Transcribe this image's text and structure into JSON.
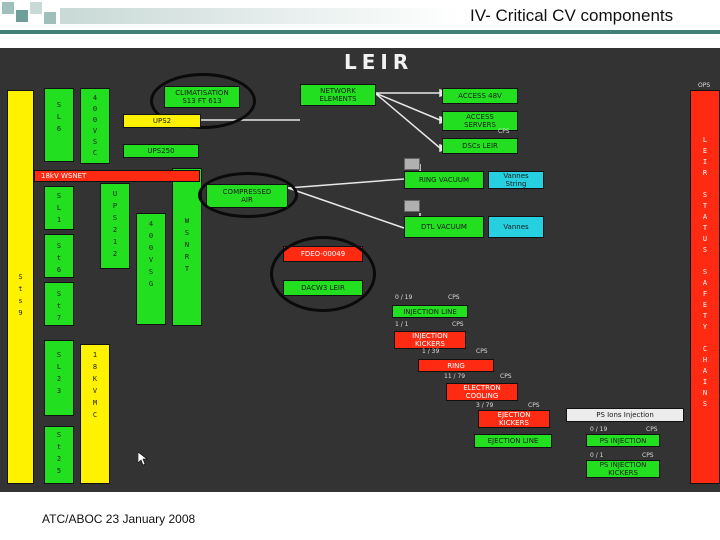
{
  "slide": {
    "title": "IV- Critical CV components",
    "footer": "ATC/ABOC 23 January 2008",
    "accent_color": "#3f7f7a"
  },
  "diagram": {
    "header": "LEIR",
    "left_column": [
      "S",
      "t",
      "s",
      "9"
    ],
    "sl6": [
      "S",
      "L",
      "6"
    ],
    "sl1": [
      "S",
      "L",
      "1"
    ],
    "st6": [
      "S",
      "t",
      "6"
    ],
    "st7": [
      "S",
      "t",
      "7"
    ],
    "sl23": [
      "S",
      "L",
      "2",
      "3"
    ],
    "st25": [
      "S",
      "t",
      "2",
      "5"
    ],
    "c400": [
      "4",
      "0",
      "0",
      "V",
      "S",
      "C"
    ],
    "ups212": [
      "U",
      "P",
      "S",
      "2",
      "1",
      "2"
    ],
    "v400": [
      "4",
      "0",
      "0",
      "V",
      "S",
      "G"
    ],
    "wsnrt": [
      "W",
      "S",
      "N",
      "R",
      "T"
    ],
    "kv18": [
      "1",
      "8",
      "K",
      "V",
      "",
      "M",
      "C"
    ],
    "climatisation": "CLIMATISATION\nS13 FT 613",
    "ups_a": "UPS2",
    "ups250": "UPS250",
    "wsnet": "18kV WSNET",
    "network": "NETWORK\nELEMENTS",
    "access48": "ACCESS 48V",
    "access_servers": "ACCESS\nSERVERS",
    "dscs": "DSCs LEIR",
    "compressed_air": "COMPRESSED\nAIR",
    "ring_vacuum": "RING VACUUM",
    "vannes_string": "Vannes\nString",
    "dtl_vacuum": "DTL VACUUM",
    "vannes": "Vannes",
    "fdeo": "FDEO-00049",
    "dacw3": "DACW3 LEIR",
    "injection_line": "INJECTION LINE",
    "injection_kickers": "INJECTION\nKICKERS",
    "ring": "RING",
    "electron_cooling": "ELECTRON\nCOOLING",
    "ejection_kickers": "EJECTION\nKICKERS",
    "ejection_line": "EJECTION LINE",
    "ps_ions": "PS Ions Injection",
    "ps_injection": "PS INJECTION",
    "ps_inj_kickers": "PS INJECTION\nKICKERS",
    "leir_status": [
      "L",
      "E",
      "I",
      "R",
      "",
      "S",
      "T",
      "A",
      "T",
      "U",
      "S",
      "",
      "S",
      "A",
      "F",
      "E",
      "T",
      "Y",
      "",
      "C",
      "H",
      "A",
      "I",
      "N",
      "S"
    ],
    "labels": {
      "cps1": "CPS",
      "cps2": "CPS",
      "cps3": "CPS",
      "cps4": "CPS",
      "cps5": "CPS",
      "cps6": "CPS",
      "cps7": "CPS",
      "cps8": "CPS",
      "ops": "OPS",
      "n_019": "0 / 19",
      "n_171": "1 / 1",
      "n_139": "1 / 39",
      "n_1179": "11 / 79",
      "n_379": "3 / 79",
      "n_019b": "0 / 19",
      "n_011": "0 / 1"
    }
  }
}
